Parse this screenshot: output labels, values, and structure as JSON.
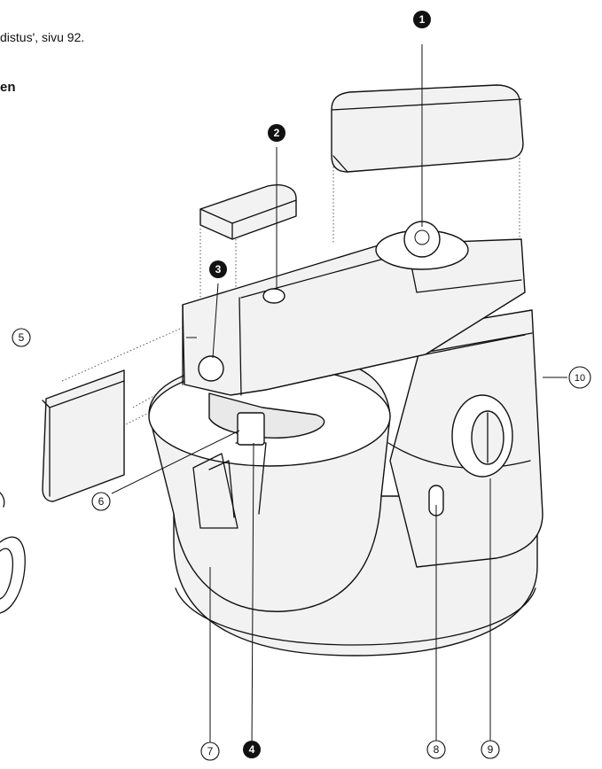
{
  "text": {
    "line1": "distus', sivu 92.",
    "line2": "en"
  },
  "callouts": [
    {
      "id": "1",
      "label": "1",
      "style": "black"
    },
    {
      "id": "2",
      "label": "2",
      "style": "black"
    },
    {
      "id": "3",
      "label": "3",
      "style": "black"
    },
    {
      "id": "4",
      "label": "4",
      "style": "black"
    },
    {
      "id": "5",
      "label": "5",
      "style": "ring"
    },
    {
      "id": "6",
      "label": "6",
      "style": "ring"
    },
    {
      "id": "7",
      "label": "7",
      "style": "ring"
    },
    {
      "id": "8",
      "label": "8",
      "style": "ring"
    },
    {
      "id": "9",
      "label": "9",
      "style": "ring"
    },
    {
      "id": "10",
      "label": "10",
      "style": "ring"
    }
  ]
}
